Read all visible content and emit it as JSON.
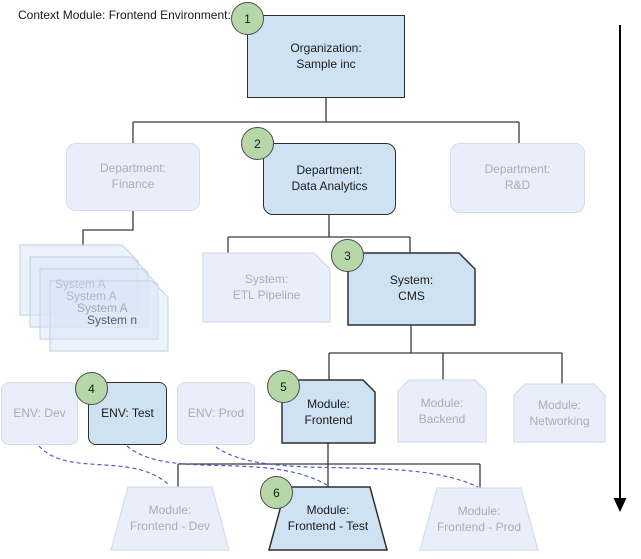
{
  "context": {
    "heading": "Context",
    "module": "Module: Frontend",
    "environment": "Environment: Test"
  },
  "badges": [
    "1",
    "2",
    "3",
    "4",
    "5",
    "6"
  ],
  "nodes": {
    "organization": {
      "line1": "Organization:",
      "line2": "Sample inc"
    },
    "dept_finance": {
      "line1": "Department:",
      "line2": "Finance"
    },
    "dept_data_analytics": {
      "line1": "Department:",
      "line2": "Data Analytics"
    },
    "dept_rnd": {
      "line1": "Department:",
      "line2": "R&D"
    },
    "system_etl": {
      "line1": "System:",
      "line2": "ETL Pipeline"
    },
    "system_cms": {
      "line1": "System:",
      "line2": "CMS"
    },
    "env_dev": {
      "label": "ENV: Dev"
    },
    "env_test": {
      "label": "ENV: Test"
    },
    "env_prod": {
      "label": "ENV: Prod"
    },
    "module_frontend": {
      "line1": "Module:",
      "line2": "Frontend"
    },
    "module_backend": {
      "line1": "Module:",
      "line2": "Backend"
    },
    "module_networking": {
      "line1": "Module:",
      "line2": "Networking"
    },
    "deploy_dev": {
      "line1": "Module:",
      "line2": "Frontend - Dev"
    },
    "deploy_test": {
      "line1": "Module:",
      "line2": "Frontend - Test"
    },
    "deploy_prod": {
      "line1": "Module:",
      "line2": "Frontend - Prod"
    }
  },
  "system_stack": [
    "System A",
    "System A",
    "System A",
    "System n"
  ],
  "colors": {
    "highlight_fill": "#cfe2f3",
    "highlight_border": "#2f2f2f",
    "faded_fill": "#e9effa",
    "faded_border": "#d3dcea",
    "faded_text": "#a8adb3",
    "badge_fill": "#b6d7a8",
    "connector": "#3a3a3a",
    "dashed_link": "#4a5bd4"
  }
}
